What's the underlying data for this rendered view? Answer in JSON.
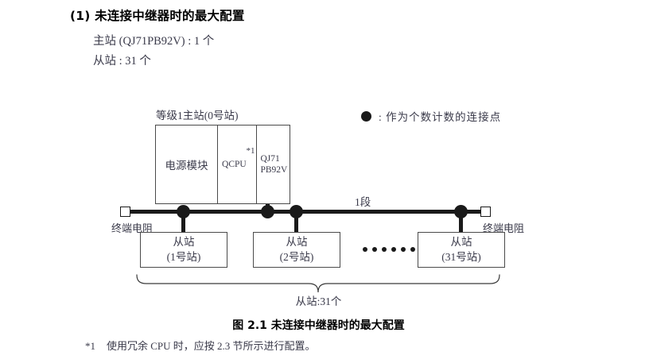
{
  "section": {
    "heading": "(1) 未连接中继器时的最大配置",
    "lines": [
      "主站 (QJ71PB92V) : 1 个",
      "从站 : 31 个"
    ]
  },
  "legend": {
    "symbol": "filled-circle",
    "text": ": 作为个数计数的连接点"
  },
  "diagram": {
    "master": {
      "label": "等级1主站(0号站)",
      "modules": [
        {
          "name": "电源模块"
        },
        {
          "name": "QCPU",
          "footnote_mark": "*1"
        },
        {
          "name": "QJ71\nPB92V",
          "line1": "QJ71",
          "line2": "PB92V"
        }
      ]
    },
    "segment_label": "1段",
    "terminators": [
      {
        "label": "终端电阻",
        "side": "left"
      },
      {
        "label": "终端电阻",
        "side": "right"
      }
    ],
    "slaves": [
      {
        "title": "从站",
        "station": "(1号站)"
      },
      {
        "title": "从站",
        "station": "(2号站)"
      },
      {
        "title": "从站",
        "station": "(31号站)"
      }
    ],
    "ellipsis_count": 6,
    "bus_dot_count": 4,
    "brace_label": "从站:31个"
  },
  "caption": "图 2.1  未连接中继器时的最大配置",
  "footnote": {
    "mark": "*1",
    "text": "使用冗余 CPU 时，应按 2.3 节所示进行配置。"
  },
  "colors": {
    "ink": "#231f20",
    "text_blue_black": "#3a3a4a",
    "line": "#1a1a1a",
    "box_border": "#4a4a4a",
    "page_bg": "#ffffff"
  }
}
